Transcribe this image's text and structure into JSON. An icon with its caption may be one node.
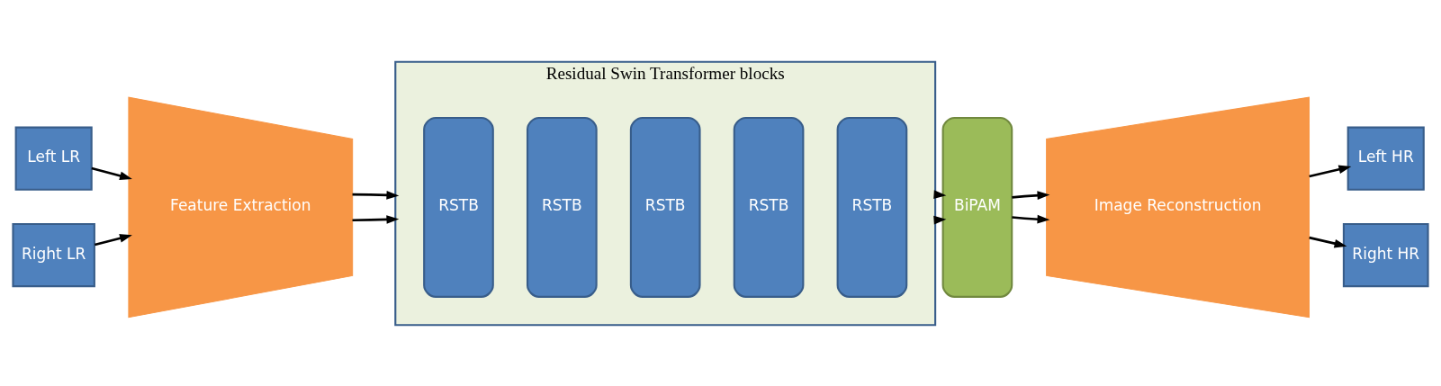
{
  "diagram": {
    "nodes": [
      {
        "text": [
          "Left LR"
        ]
      },
      {
        "text": [
          "Right LR"
        ]
      },
      {
        "text": [
          "Feature Extraction"
        ]
      },
      {
        "text": [
          "Residual Swin Transformer blocks"
        ]
      },
      {
        "text": [
          "RSTB"
        ],
        "in": 3
      },
      {
        "text": [
          "RSTB"
        ],
        "in": 3
      },
      {
        "text": [
          "RSTB"
        ],
        "in": 3
      },
      {
        "text": [
          "RSTB"
        ],
        "in": 3
      },
      {
        "text": [
          "RSTB"
        ],
        "in": 3
      },
      {
        "text": [
          "BiPAM"
        ]
      },
      {
        "text": [
          "Image Reconstruction"
        ]
      },
      {
        "text": [
          "Left HR"
        ]
      },
      {
        "text": [
          "Right HR"
        ]
      }
    ],
    "edges": [
      {
        "from": 0,
        "to": 2,
        "arrow": "to"
      },
      {
        "from": 1,
        "to": 2,
        "arrow": "to"
      },
      {
        "from": 2,
        "to": 3,
        "arrow": "to"
      },
      {
        "from": 2,
        "to": 3,
        "arrow": "to"
      },
      {
        "from": 3,
        "to": 9,
        "arrow": "to"
      },
      {
        "from": 3,
        "to": 9,
        "arrow": "to"
      },
      {
        "from": 9,
        "to": 10,
        "arrow": "to"
      },
      {
        "from": 9,
        "to": 10,
        "arrow": "to"
      },
      {
        "from": 10,
        "to": 11,
        "arrow": "to"
      },
      {
        "from": 10,
        "to": 12,
        "arrow": "to"
      }
    ]
  }
}
